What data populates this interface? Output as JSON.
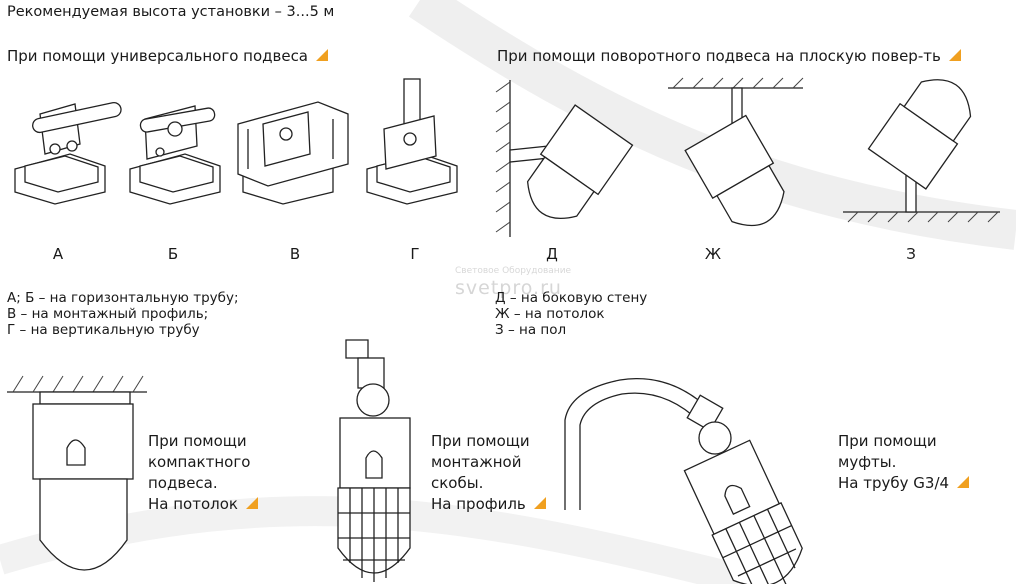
{
  "title": "Рекомендуемая высота установки – 3...5 м",
  "section_universal": "При помощи универсального подвеса",
  "section_swivel": "При помощи поворотного подвеса на плоскую повер-ть",
  "labels": {
    "a": "А",
    "b": "Б",
    "v": "В",
    "g": "Г",
    "d": "Д",
    "zh": "Ж",
    "z": "З"
  },
  "notes_left": [
    "А; Б – на горизонтальную трубу;",
    "В – на монтажный профиль;",
    "Г – на вертикальную трубу"
  ],
  "notes_right": [
    "Д – на боковую стену",
    "Ж – на потолок",
    "З – на пол"
  ],
  "watermark": {
    "small": "Световое Оборудование",
    "large": "svetpro.ru"
  },
  "captions": {
    "compact": [
      "При помощи",
      "компактного",
      "подвеса.",
      "На потолок"
    ],
    "bracket": [
      "При помощи",
      "монтажной",
      "скобы.",
      "На профиль"
    ],
    "coupling": [
      "При помощи",
      "муфты.",
      "На трубу G3/4"
    ]
  },
  "colors": {
    "accent_triangle": "#f0a020",
    "text": "#1a1a1a",
    "line": "#222222"
  }
}
